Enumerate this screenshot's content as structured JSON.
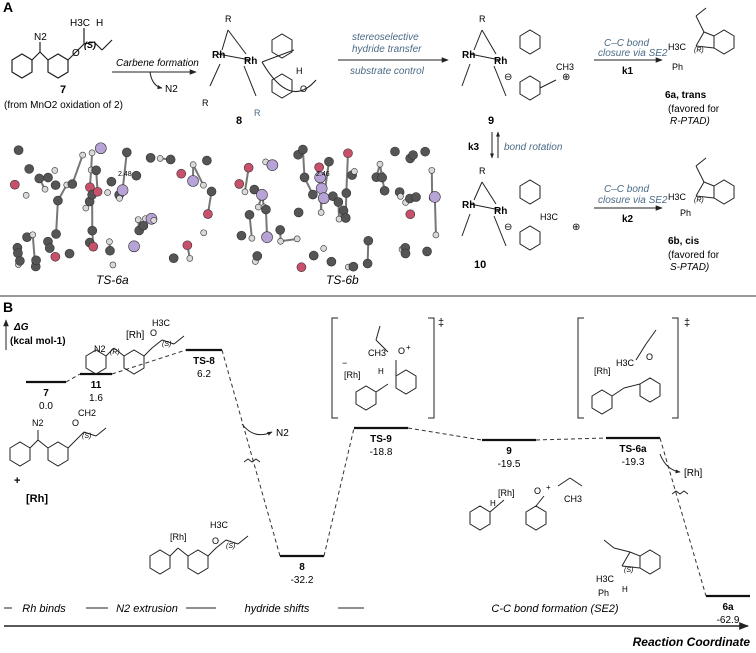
{
  "panel_a": {
    "label": "A",
    "compound_7": {
      "number": "7",
      "note": "(from MnO2 oxidation of 2)",
      "stereo": "(S)",
      "n2": "N2",
      "methyl": "H3C",
      "h": "H"
    },
    "arrow_1_label": "Carbene formation",
    "n2_release": "N2",
    "compound_8_number": "8",
    "arrow_2_label_top": "stereoselective",
    "arrow_2_label_mid": "hydride transfer",
    "arrow_2_label_bottom": "substrate control",
    "compound_9_number": "9",
    "compound_10_number": "10",
    "k1": "k1",
    "k2": "k2",
    "k3": "k3",
    "bond_rotation": "bond rotation",
    "cc_label_1": "C–C bond",
    "cc_label_2": "closure via SE2",
    "product_6a": {
      "name": "6a, trans",
      "note1": "(favored for",
      "note2": "R-PTAD)"
    },
    "product_6b": {
      "name": "6b, cis",
      "note1": "(favored for",
      "note2": "S-PTAD)"
    },
    "ts_left": {
      "label": "TS-6a",
      "distance": "2.48"
    },
    "ts_right": {
      "label": "TS-6b",
      "distance": "2.46"
    },
    "rh": "Rh",
    "rho": "Rh",
    "ch3": "CH3",
    "ph": "Ph",
    "h3c": "H3C",
    "r": "R",
    "o": "O",
    "stereo_r": "(R)",
    "stereo_s": "(S)",
    "minus": "⊖",
    "plus": "⊕"
  },
  "panel_b": {
    "label": "B",
    "y_axis": {
      "symbol": "ΔG",
      "unit": "(kcal mol-1)"
    },
    "x_axis_title": "Reaction Coordinate",
    "stages": [
      "Rh binds",
      "N2 extrusion",
      "hydride shifts",
      "C-C bond formation (SE2)"
    ],
    "n2_out": "N2",
    "rh_out": "[Rh]",
    "plus_sign": "+",
    "rh_reagent": "[Rh]",
    "rh_label": "[Rh]",
    "n2_label": "N2",
    "ch2": "CH2",
    "ch3": "CH3",
    "h3c": "H3C",
    "ph": "Ph",
    "h": "H",
    "o": "O",
    "minus": "−",
    "plus": "+",
    "dagger": "‡",
    "stereo_s": "(S)",
    "stereo_r": "(R)"
  },
  "chart_data": {
    "type": "line",
    "xlabel": "Reaction Coordinate",
    "ylabel": "ΔG (kcal mol-1)",
    "categories": [
      "7",
      "11",
      "TS-8",
      "8",
      "TS-9",
      "9",
      "TS-6a",
      "6a"
    ],
    "values": [
      0.0,
      1.6,
      6.2,
      -32.2,
      -18.8,
      -19.5,
      -19.3,
      -62.9
    ],
    "value_labels": [
      "0.0",
      "1.6",
      "6.2",
      "-32.2",
      "-18.8",
      "-19.5",
      "-19.3",
      "-62.9"
    ]
  }
}
